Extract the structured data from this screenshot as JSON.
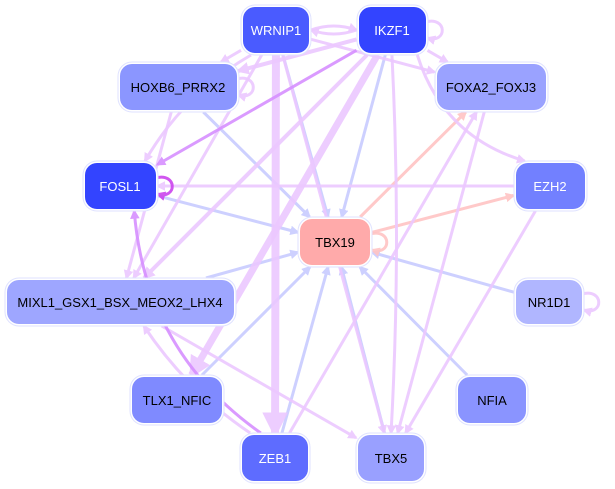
{
  "colors": {
    "edge_blue": "#c8ccff",
    "edge_pink": "#ffc4c4",
    "edge_violet": "#ecc8ff",
    "edge_purple": "#d690ff",
    "edge_magenta": "#cc44ee"
  },
  "nodes": [
    {
      "id": "WRNIP1",
      "label": "WRNIP1",
      "color": "#4a5bff",
      "text": "#ffffff"
    },
    {
      "id": "IKZF1",
      "label": "IKZF1",
      "color": "#3344ff",
      "text": "#ffffff"
    },
    {
      "id": "HOXB6_PRRX2",
      "label": "HOXB6_PRRX2",
      "color": "#8b96ff",
      "text": "#000000"
    },
    {
      "id": "FOXA2_FOXJ3",
      "label": "FOXA2_FOXJ3",
      "color": "#9aa2ff",
      "text": "#000000"
    },
    {
      "id": "FOSL1",
      "label": "FOSL1",
      "color": "#3344ff",
      "text": "#ffffff"
    },
    {
      "id": "EZH2",
      "label": "EZH2",
      "color": "#7280ff",
      "text": "#ffffff"
    },
    {
      "id": "TBX19",
      "label": "TBX19",
      "color": "#ffaaaa",
      "text": "#000000"
    },
    {
      "id": "MIXL1",
      "label": "MIXL1_GSX1_BSX_MEOX2_LHX4",
      "color": "#9ea6ff",
      "text": "#000000"
    },
    {
      "id": "NR1D1",
      "label": "NR1D1",
      "color": "#b0b6ff",
      "text": "#000000"
    },
    {
      "id": "TLX1_NFIC",
      "label": "TLX1_NFIC",
      "color": "#7f8aff",
      "text": "#000000"
    },
    {
      "id": "NFIA",
      "label": "NFIA",
      "color": "#8a94ff",
      "text": "#000000"
    },
    {
      "id": "ZEB1",
      "label": "ZEB1",
      "color": "#5e6cff",
      "text": "#ffffff"
    },
    {
      "id": "TBX5",
      "label": "TBX5",
      "color": "#99a0ff",
      "text": "#000000"
    }
  ],
  "edges": [
    {
      "s": "HOXB6_PRRX2",
      "t": "TBX19",
      "c": "edge_blue",
      "w": 3
    },
    {
      "s": "WRNIP1",
      "t": "TBX19",
      "c": "edge_blue",
      "w": 3
    },
    {
      "s": "IKZF1",
      "t": "TBX19",
      "c": "edge_blue",
      "w": 3
    },
    {
      "s": "FOSL1",
      "t": "TBX19",
      "c": "edge_blue",
      "w": 3
    },
    {
      "s": "MIXL1",
      "t": "TBX19",
      "c": "edge_blue",
      "w": 3
    },
    {
      "s": "TLX1_NFIC",
      "t": "TBX19",
      "c": "edge_blue",
      "w": 3
    },
    {
      "s": "ZEB1",
      "t": "TBX19",
      "c": "edge_blue",
      "w": 3
    },
    {
      "s": "TBX5",
      "t": "TBX19",
      "c": "edge_blue",
      "w": 3
    },
    {
      "s": "NFIA",
      "t": "TBX19",
      "c": "edge_blue",
      "w": 3
    },
    {
      "s": "NR1D1",
      "t": "TBX19",
      "c": "edge_blue",
      "w": 3
    },
    {
      "s": "TBX19",
      "t": "FOXA2_FOXJ3",
      "c": "edge_pink",
      "w": 3
    },
    {
      "s": "TBX19",
      "t": "EZH2",
      "c": "edge_pink",
      "w": 3
    },
    {
      "s": "TBX19",
      "t": "TBX19",
      "c": "edge_pink",
      "w": 3
    },
    {
      "s": "WRNIP1",
      "t": "IKZF1",
      "c": "edge_violet",
      "w": 3,
      "bend": -8
    },
    {
      "s": "IKZF1",
      "t": "WRNIP1",
      "c": "edge_violet",
      "w": 3,
      "bend": -8
    },
    {
      "s": "IKZF1",
      "t": "IKZF1",
      "c": "edge_violet",
      "w": 3
    },
    {
      "s": "WRNIP1",
      "t": "HOXB6_PRRX2",
      "c": "edge_violet",
      "w": 3
    },
    {
      "s": "IKZF1",
      "t": "HOXB6_PRRX2",
      "c": "edge_violet",
      "w": 4
    },
    {
      "s": "HOXB6_PRRX2",
      "t": "HOXB6_PRRX2",
      "c": "edge_violet",
      "w": 3
    },
    {
      "s": "WRNIP1",
      "t": "FOXA2_FOXJ3",
      "c": "edge_violet",
      "w": 3
    },
    {
      "s": "IKZF1",
      "t": "FOXA2_FOXJ3",
      "c": "edge_violet",
      "w": 3
    },
    {
      "s": "IKZF1",
      "t": "EZH2",
      "c": "edge_violet",
      "w": 3,
      "bend": 40
    },
    {
      "s": "EZH2",
      "t": "FOSL1",
      "c": "edge_violet",
      "w": 3
    },
    {
      "s": "WRNIP1",
      "t": "MIXL1",
      "c": "edge_violet",
      "w": 3
    },
    {
      "s": "IKZF1",
      "t": "MIXL1",
      "c": "edge_violet",
      "w": 4
    },
    {
      "s": "HOXB6_PRRX2",
      "t": "MIXL1",
      "c": "edge_violet",
      "w": 3
    },
    {
      "s": "IKZF1",
      "t": "TLX1_NFIC",
      "c": "edge_violet",
      "w": 7
    },
    {
      "s": "WRNIP1",
      "t": "ZEB1",
      "c": "edge_violet",
      "w": 8
    },
    {
      "s": "WRNIP1",
      "t": "TBX5",
      "c": "edge_violet",
      "w": 3
    },
    {
      "s": "IKZF1",
      "t": "TBX5",
      "c": "edge_violet",
      "w": 3,
      "bend": -10
    },
    {
      "s": "FOXA2_FOXJ3",
      "t": "TBX5",
      "c": "edge_violet",
      "w": 3
    },
    {
      "s": "EZH2",
      "t": "TBX5",
      "c": "edge_violet",
      "w": 3
    },
    {
      "s": "MIXL1",
      "t": "TBX5",
      "c": "edge_violet",
      "w": 3
    },
    {
      "s": "ZEB1",
      "t": "FOXA2_FOXJ3",
      "c": "edge_violet",
      "w": 3
    },
    {
      "s": "ZEB1",
      "t": "MIXL1",
      "c": "edge_violet",
      "w": 3,
      "bend": -15
    },
    {
      "s": "NR1D1",
      "t": "NR1D1",
      "c": "edge_violet",
      "w": 3
    },
    {
      "s": "IKZF1",
      "t": "FOSL1",
      "c": "edge_purple",
      "w": 3
    },
    {
      "s": "WRNIP1",
      "t": "FOSL1",
      "c": "edge_violet",
      "w": 3,
      "bend": 20
    },
    {
      "s": "ZEB1",
      "t": "FOSL1",
      "c": "edge_purple",
      "w": 3,
      "bend": -60
    },
    {
      "s": "FOSL1",
      "t": "FOSL1",
      "c": "edge_magenta",
      "w": 3
    }
  ]
}
